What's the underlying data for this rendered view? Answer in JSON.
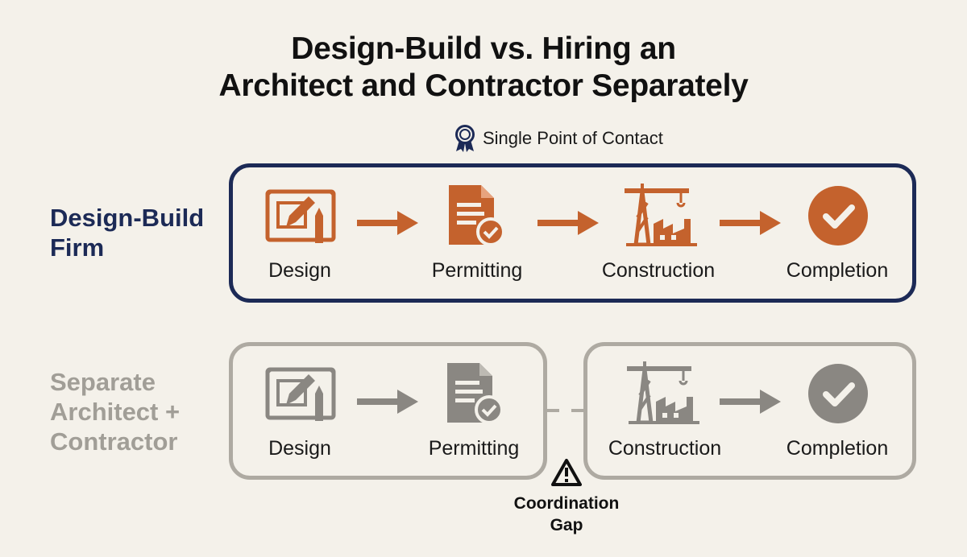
{
  "title": {
    "line1": "Design-Build vs. Hiring an",
    "line2": "Architect and Contractor Separately"
  },
  "badge": {
    "icon": "award-ribbon-icon",
    "label": "Single Point of Contact"
  },
  "design_build": {
    "label_line1": "Design-Build",
    "label_line2": "Firm",
    "color": "#1c2a56",
    "accent": "#c4622d",
    "steps": [
      {
        "icon": "blueprint-pencil-icon",
        "label": "Design"
      },
      {
        "icon": "document-check-icon",
        "label": "Permitting"
      },
      {
        "icon": "crane-building-icon",
        "label": "Construction"
      },
      {
        "icon": "check-circle-icon",
        "label": "Completion"
      }
    ]
  },
  "separate": {
    "label_line1": "Separate",
    "label_line2": "Architect +",
    "label_line3": "Contractor",
    "color": "#a19e97",
    "icon_color": "#8a8782",
    "steps": [
      {
        "icon": "blueprint-pencil-icon",
        "label": "Design"
      },
      {
        "icon": "document-check-icon",
        "label": "Permitting"
      },
      {
        "icon": "crane-building-icon",
        "label": "Construction"
      },
      {
        "icon": "check-circle-icon",
        "label": "Completion"
      }
    ]
  },
  "gap": {
    "icon": "warning-triangle-icon",
    "line1": "Coordination",
    "line2": "Gap"
  }
}
